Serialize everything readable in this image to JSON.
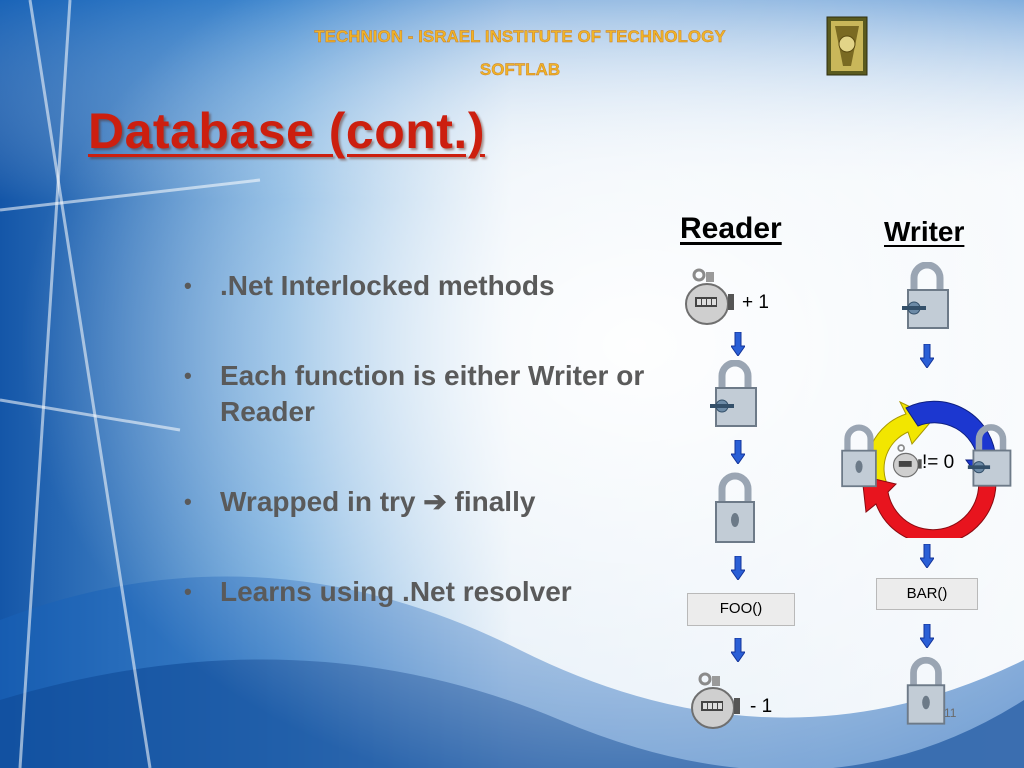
{
  "header": {
    "institute": "TECHNION - ISRAEL INSTITUTE OF  TECHNOLOGY",
    "lab": "SOFTLAB"
  },
  "slide": {
    "title": "Database (cont.)",
    "bullets": [
      ".Net Interlocked methods",
      "Each function is either Writer or Reader",
      "Wrapped in try ➔ finally",
      "Learns using .Net resolver"
    ],
    "page_number": "11"
  },
  "diagram": {
    "reader_heading": "Reader",
    "writer_heading": "Writer",
    "counter_plus": "+ 1",
    "counter_minus": "- 1",
    "not_zero": "!= 0",
    "reader_function": "FOO()",
    "writer_function": "BAR()"
  },
  "colors": {
    "title": "#cc1f0f",
    "header": "#f0b428",
    "bullet_text": "#5a5a5a",
    "arrow_blue": "#2a5fd6",
    "cycle_yellow": "#f2e600",
    "cycle_red": "#e8141e",
    "cycle_blue": "#1c37d0"
  }
}
